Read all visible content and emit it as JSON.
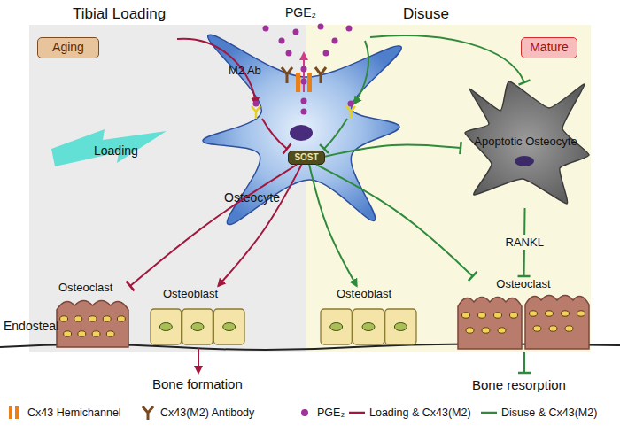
{
  "diagram": {
    "nodes": [
      {
        "text": [
          "Aging"
        ]
      },
      {
        "text": [
          "Osteocyte"
        ]
      },
      {
        "text": [
          "SOST"
        ],
        "in": 1
      },
      {
        "text": [
          "Mature"
        ]
      },
      {
        "text": [
          "Apoptotic Osteocyte"
        ]
      },
      {
        "text": [
          "Osteoclast"
        ]
      },
      {
        "text": [
          "Osteoblast"
        ]
      },
      {
        "text": [
          "Osteoblast"
        ]
      },
      {
        "text": [
          "Osteoclast"
        ]
      }
    ],
    "edges": [
      {
        "from": 2,
        "to": 5,
        "arrow": "to"
      },
      {
        "from": 2,
        "to": 6,
        "arrow": "to"
      },
      {
        "from": 2,
        "to": 7,
        "arrow": "to"
      },
      {
        "from": 2,
        "to": 4,
        "arrow": "to"
      },
      {
        "from": 2,
        "to": 8,
        "arrow": "to"
      },
      {
        "from": 4,
        "to": 8,
        "arrow": "to",
        "label": "RANKL"
      }
    ],
    "labels": [
      "Tibial Loading",
      "Disuse",
      "PGE₂",
      "M2 Ab",
      "Loading",
      "Endosteal",
      "Bone formation",
      "Bone resorption"
    ],
    "legend": [
      {
        "text": "Cx43 Hemichannel"
      },
      {
        "text": "Cx43(M2) Antibody"
      },
      {
        "text": "PGE₂"
      },
      {
        "text": "Loading & Cx43(M2)"
      },
      {
        "text": "Disuse & Cx43(M2)"
      }
    ]
  }
}
